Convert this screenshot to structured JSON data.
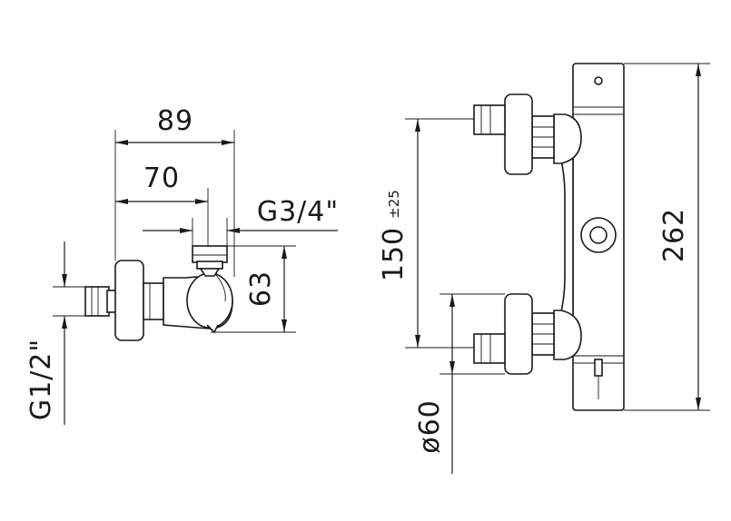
{
  "side_view": {
    "width_overall": "89",
    "width_inlet": "70",
    "outlet_thread": "G3/4\"",
    "height_outlet": "63",
    "inlet_thread": "G1/2\""
  },
  "front_view": {
    "inlet_spacing": "150",
    "inlet_tolerance": "±25",
    "flange_diameter": "ø60",
    "body_length": "262"
  }
}
